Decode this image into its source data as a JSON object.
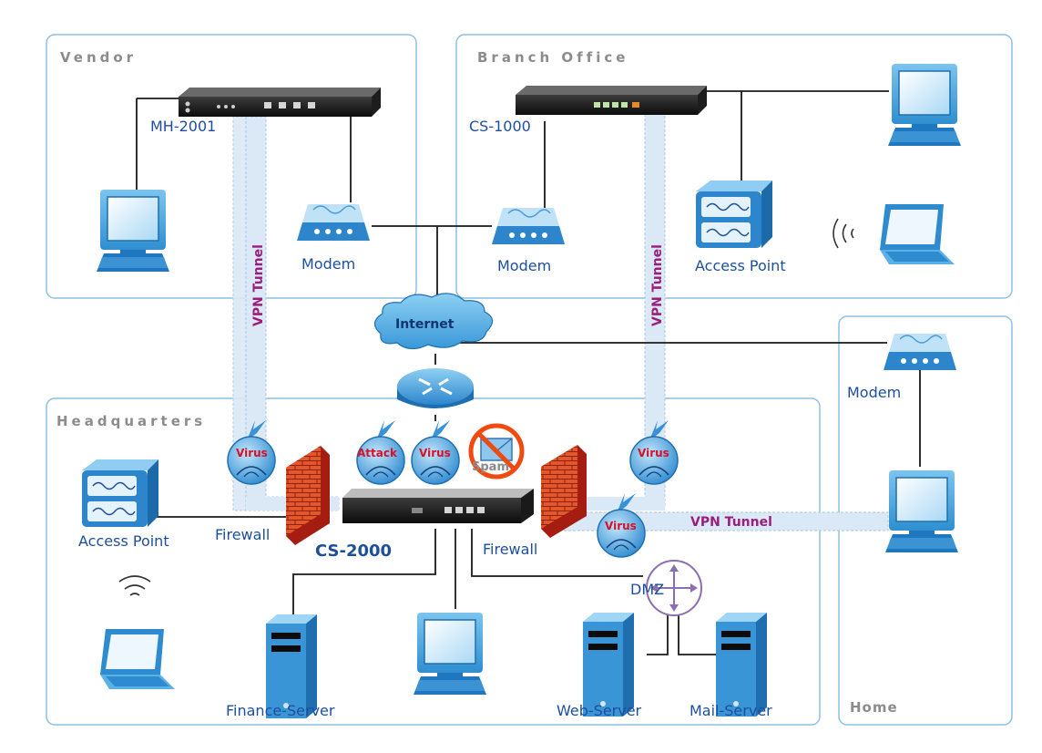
{
  "zones": {
    "vendor": "Vendor",
    "branch": "Branch Office",
    "hq": "Headquarters",
    "home": "Home"
  },
  "devices": {
    "mh2001": "MH-2001",
    "cs1000": "CS-1000",
    "cs2000": "CS-2000",
    "modem_vendor": "Modem",
    "modem_branch": "Modem",
    "modem_home": "Modem",
    "ap_branch": "Access Point",
    "ap_hq": "Access Point",
    "firewall_left": "Firewall",
    "firewall_right": "Firewall",
    "dmz": "DMZ",
    "finance_server": "Finance-Server",
    "web_server": "Web-Server",
    "mail_server": "Mail-Server",
    "internet": "Internet"
  },
  "tunnels": {
    "vendor": "VPN Tunnel",
    "branch": "VPN Tunnel",
    "home": "VPN Tunnel"
  },
  "threats": {
    "virus": "Virus",
    "attack": "Attack",
    "spam": "Spam"
  },
  "colors": {
    "zone_border": "#8cc0e4",
    "link": "#1a1a1a",
    "tunnel_fill": "#dbe8f6",
    "label": "#1d4f9c",
    "tunnel_text": "#9b1d7c",
    "threat_text": "#d8102a"
  }
}
